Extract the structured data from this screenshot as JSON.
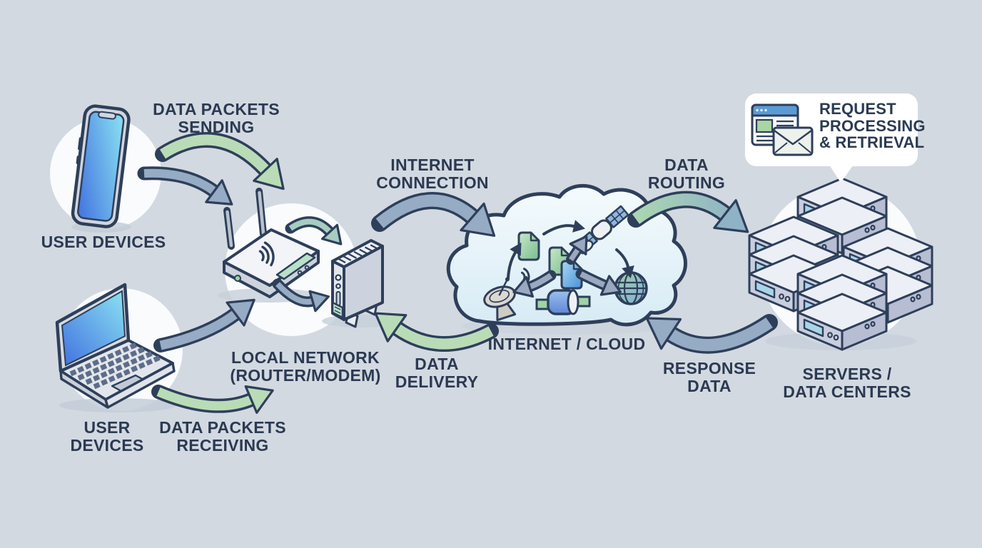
{
  "diagram": {
    "type": "network-data-flow-illustration",
    "nodes": [
      {
        "id": "phone",
        "label": "USER DEVICES",
        "icon": "smartphone-icon"
      },
      {
        "id": "laptop",
        "label": "USER DEVICES",
        "icon": "laptop-icon"
      },
      {
        "id": "local-network",
        "label": "LOCAL NETWORK (ROUTER/MODEM)",
        "icons": [
          "wifi-router-icon",
          "modem-icon"
        ]
      },
      {
        "id": "internet-cloud",
        "label": "INTERNET / CLOUD",
        "icons": [
          "satellite-dish-icon",
          "document-icon",
          "satellite-icon",
          "globe-icon",
          "cable-connector-icon"
        ]
      },
      {
        "id": "servers",
        "label": "SERVERS / DATA CENTERS",
        "icon": "server-stack-icon"
      },
      {
        "id": "callout",
        "label": "REQUEST PROCESSING & RETRIEVAL",
        "icons": [
          "browser-window-icon",
          "envelope-icon"
        ]
      }
    ],
    "flows": [
      {
        "id": "data-packets-sending",
        "label": "DATA PACKETS SENDING",
        "color": "green"
      },
      {
        "id": "data-packets-receiving",
        "label": "DATA PACKETS RECEIVING",
        "color": "green"
      },
      {
        "id": "internet-connection",
        "label": "INTERNET CONNECTION",
        "color": "blue"
      },
      {
        "id": "data-routing",
        "label": "DATA ROUTING",
        "color": "green-blue"
      },
      {
        "id": "response-data",
        "label": "RESPONSE DATA",
        "color": "blue"
      },
      {
        "id": "data-delivery",
        "label": "DATA DELIVERY",
        "color": "green"
      }
    ]
  },
  "labels": {
    "sending": {
      "l1": "DATA PACKETS",
      "l2": "SENDING"
    },
    "user_top": {
      "l1": "USER DEVICES"
    },
    "connection": {
      "l1": "INTERNET",
      "l2": "CONNECTION"
    },
    "routing": {
      "l1": "DATA",
      "l2": "ROUTING"
    },
    "request": {
      "l1": "REQUEST",
      "l2": "PROCESSING",
      "l3": "& RETRIEVAL"
    },
    "local": {
      "l1": "LOCAL NETWORK",
      "l2": "(ROUTER/MODEM)"
    },
    "cloud": {
      "l1": "INTERNET / CLOUD"
    },
    "delivery": {
      "l1": "DATA",
      "l2": "DELIVERY"
    },
    "response": {
      "l1": "RESPONSE",
      "l2": "DATA"
    },
    "servers": {
      "l1": "SERVERS /",
      "l2": "DATA CENTERS"
    },
    "user_bottom": {
      "l1": "USER",
      "l2": "DEVICES"
    },
    "receiving": {
      "l1": "DATA PACKETS",
      "l2": "RECEIVING"
    }
  },
  "colors": {
    "background": "#d3d9e1",
    "outline_navy": "#2e3f5a",
    "text": "#2b3a52",
    "arrow_blue": "#96abc4",
    "arrow_green": "#b9dcb7",
    "arrow_teal": "#a6cdc0",
    "cloud_fill_top": "#f5fbfd",
    "cloud_fill_bottom": "#d7ebf5",
    "highlight_circle": "#fafbfd",
    "device_screen_top": "#8ae2f2",
    "device_screen_bottom": "#4272e0",
    "server_top": "#edeff6",
    "server_face": "#c9cede",
    "server_screen": "#a9d4e8",
    "router_port_green": "#b9e0c8",
    "browser_header_blue": "#5b9bd5",
    "browser_image_green": "#a8d5a2"
  }
}
